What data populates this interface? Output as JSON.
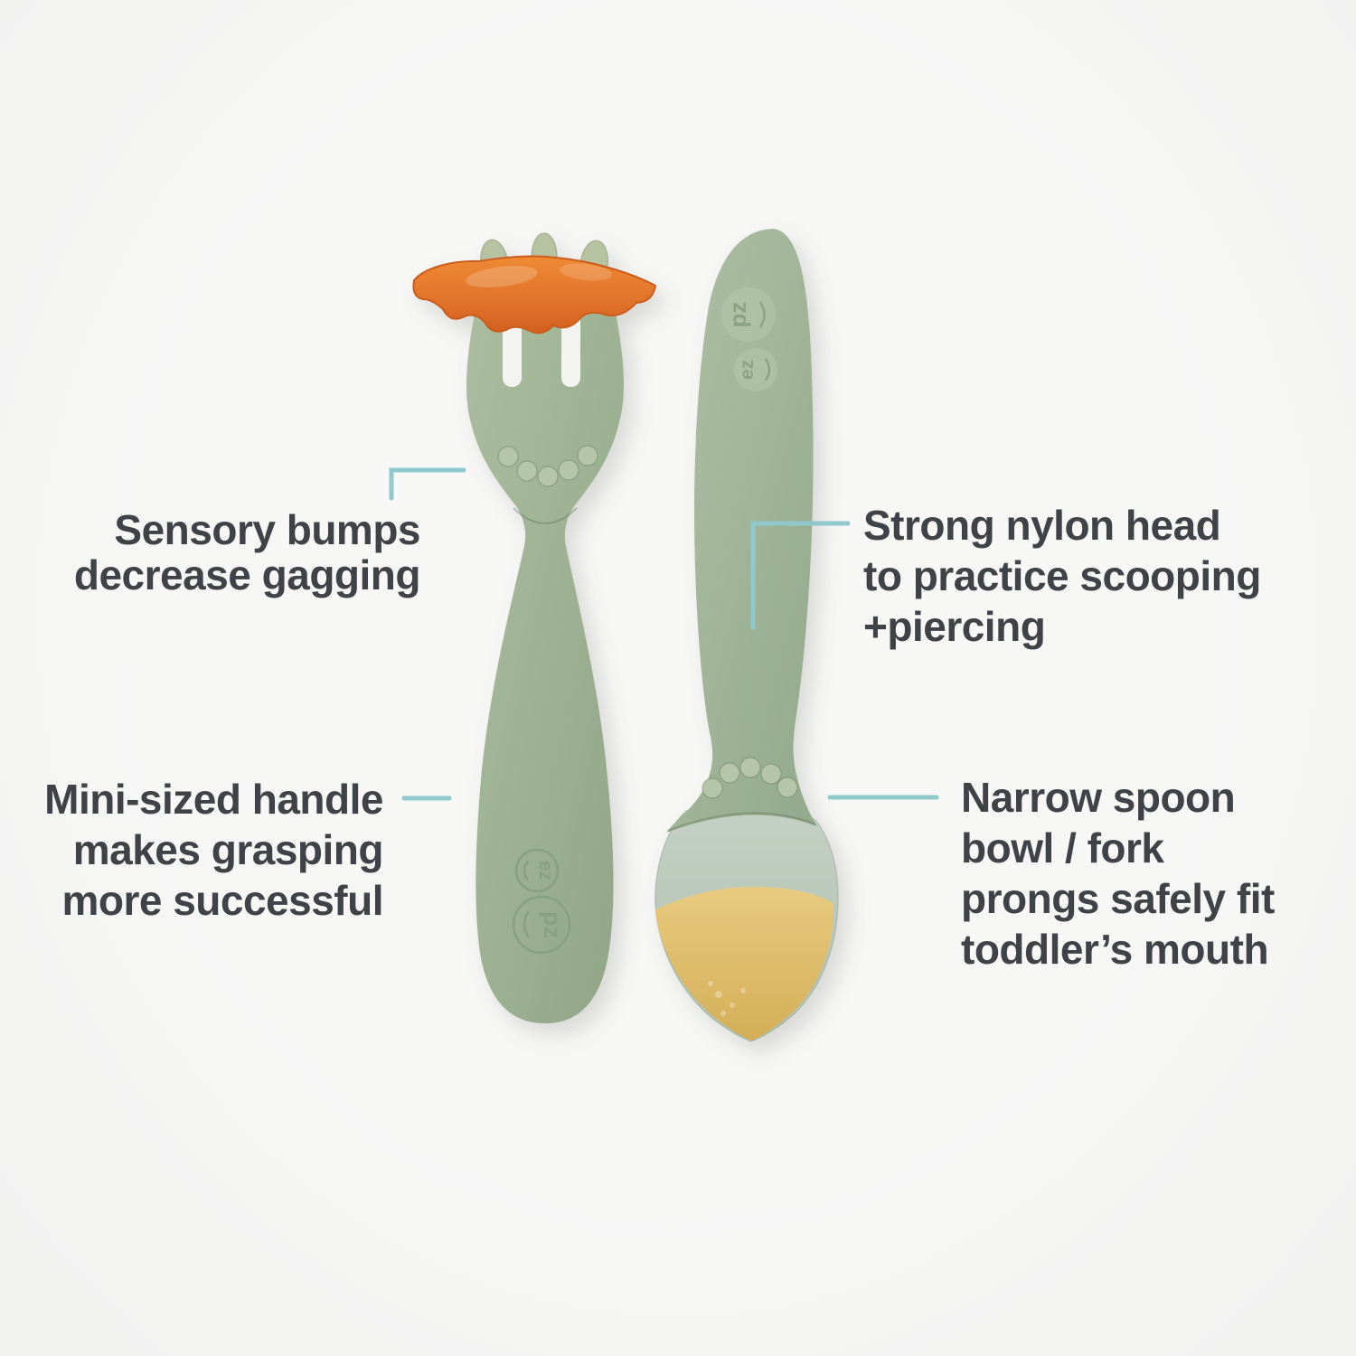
{
  "canvas": {
    "background": "#f5f4f3"
  },
  "palette": {
    "text": "#3f4347",
    "connector_line": "#8fc8cd",
    "silicone_green": "#9cb192",
    "nylon_bowl": "#bccabc",
    "puree_yellow": "#dcba66",
    "carrot_orange": "#e0722a"
  },
  "brand": {
    "logo_letters_1": "ez",
    "logo_letters_2": "pz"
  },
  "callouts": [
    {
      "id": "sensory-bumps",
      "lines": [
        "Sensory bumps",
        "decrease gagging"
      ]
    },
    {
      "id": "mini-handle",
      "lines": [
        "Mini-sized handle",
        "makes grasping",
        "more successful"
      ]
    },
    {
      "id": "nylon-head",
      "lines": [
        "Strong nylon head",
        "to practice scooping",
        "+piercing"
      ]
    },
    {
      "id": "narrow-bowl",
      "lines": [
        "Narrow spoon",
        "bowl / fork",
        "prongs safely fit",
        "toddler’s mouth"
      ]
    }
  ]
}
